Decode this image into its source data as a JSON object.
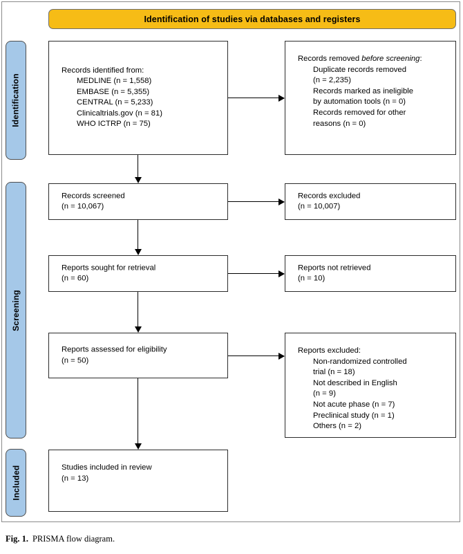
{
  "figure": {
    "caption_label": "Fig. 1.",
    "caption_text": "PRISMA flow diagram.",
    "colors": {
      "banner": "#F6BC16",
      "stage_tab": "#A5C8E8",
      "box_border": "#2B2B2B",
      "frame_border": "#8A8A8A"
    }
  },
  "header": {
    "title": "Identification of studies via databases and registers"
  },
  "stages": [
    {
      "key": "identification",
      "label": "Identification"
    },
    {
      "key": "screening",
      "label": "Screening"
    },
    {
      "key": "included",
      "label": "Included"
    }
  ],
  "boxes": {
    "identified": {
      "title": "Records identified from:",
      "items": [
        "MEDLINE (n = 1,558)",
        "EMBASE (n = 5,355)",
        "CENTRAL (n = 5,233)",
        "Clinicaltrials.gov (n = 81)",
        "WHO ICTRP (n = 75)"
      ]
    },
    "removed": {
      "title_pre": "Records removed ",
      "title_em": "before screening",
      "title_post": ":",
      "lines": [
        "Duplicate records removed",
        "(n = 2,235)",
        "Records marked as ineligible",
        "by automation tools (n = 0)",
        "Records removed for other",
        "reasons (n = 0)"
      ]
    },
    "screened": {
      "line1": "Records screened",
      "line2": "(n = 10,067)"
    },
    "excluded_screen": {
      "line1": "Records excluded",
      "line2": "(n = 10,007)"
    },
    "sought": {
      "line1": "Reports sought for retrieval",
      "line2": "(n = 60)"
    },
    "not_retrieved": {
      "line1": "Reports not retrieved",
      "line2": "(n = 10)"
    },
    "assessed": {
      "line1": "Reports assessed for eligibility",
      "line2": "(n = 50)"
    },
    "reports_excluded": {
      "title": "Reports excluded:",
      "lines": [
        "Non-randomized controlled",
        "trial (n = 18)",
        "Not described in English",
        "(n = 9)",
        "Not acute phase (n = 7)",
        "Preclinical study (n = 1)",
        "Others (n = 2)"
      ]
    },
    "included": {
      "line1": "Studies included in review",
      "line2": "(n = 13)"
    }
  }
}
